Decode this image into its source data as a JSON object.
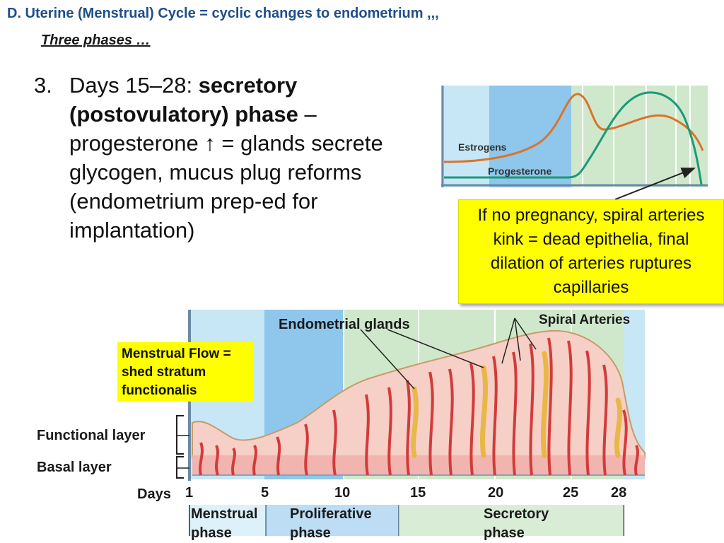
{
  "slide": {
    "title": "D. Uterine (Menstrual) Cycle = cyclic changes to endometrium ,,,",
    "subtitle": "Three phases …"
  },
  "point": {
    "number": "3.",
    "lead": "Days 15–28: ",
    "bold": "secretory (postovulatory) phase",
    "rest": " – progesterone ↑ = glands secrete glycogen, mucus plug reforms (endometrium prep-ed for implantation)"
  },
  "hormone_chart": {
    "estrogens_label": "Estrogens",
    "progesterone_label": "Progesterone",
    "estrogen_color": "#d9742b",
    "progesterone_color": "#1a9a78"
  },
  "callout": {
    "text": "If no pregnancy, spiral arteries kink = dead epithelia, final dilation of arteries ruptures capillaries"
  },
  "diagram": {
    "endometrial_glands_label": "Endometrial glands",
    "spiral_arteries_label": "Spiral Arteries",
    "menstrual_flow_label": "Menstrual Flow = shed stratum functionalis",
    "functional_layer_label": "Functional layer",
    "basal_layer_label": "Basal layer",
    "days_label": "Days",
    "day_ticks": [
      "1",
      "5",
      "10",
      "15",
      "20",
      "25",
      "28"
    ],
    "phases": [
      {
        "label": "Menstrual phase"
      },
      {
        "label": "Proliferative phase"
      },
      {
        "label": "Secretory phase"
      }
    ]
  }
}
